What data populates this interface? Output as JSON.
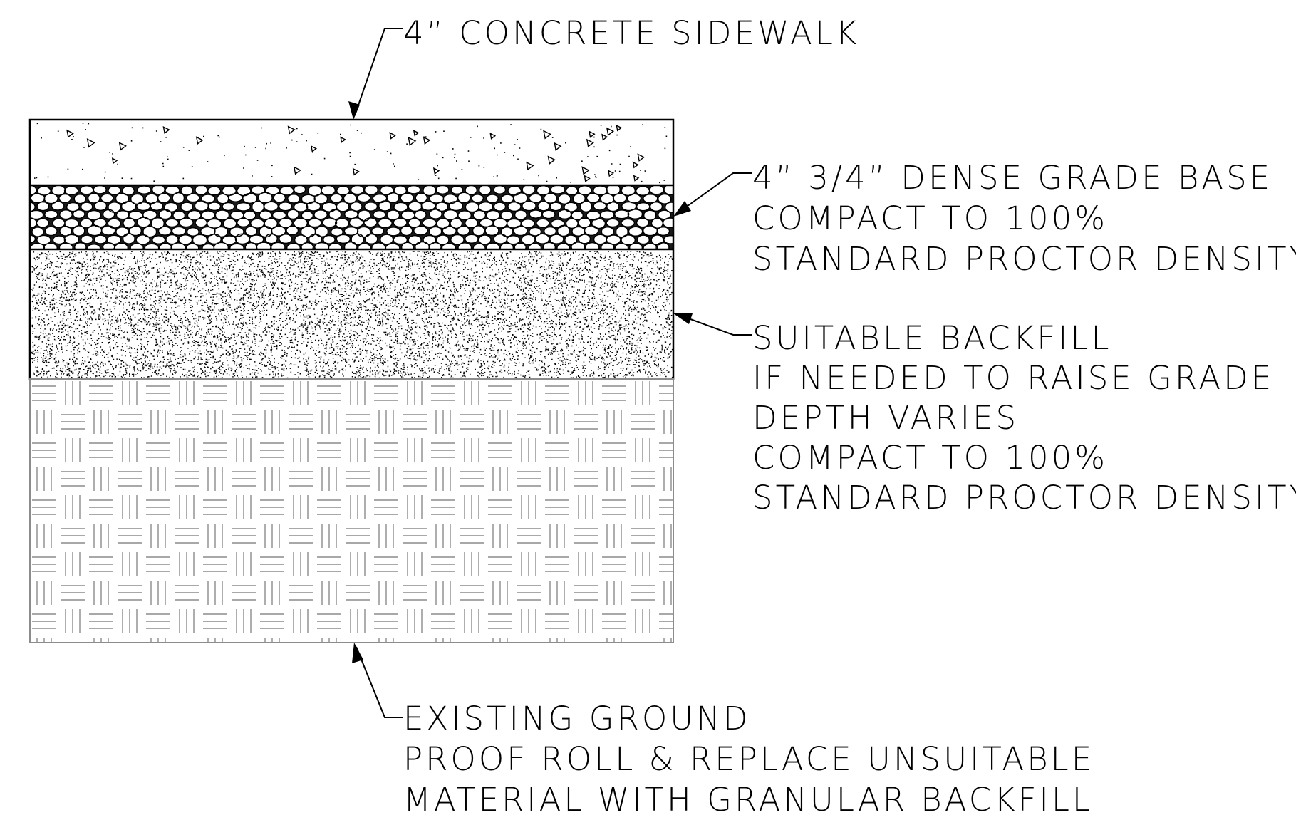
{
  "layers": [
    {
      "id": "concrete",
      "name": "4” CONCRETE SIDEWALK"
    },
    {
      "id": "base",
      "name": "4” 3/4” DENSE GRADE BASE"
    },
    {
      "id": "backfill",
      "name": "SUITABLE BACKFILL"
    },
    {
      "id": "ground",
      "name": "EXISTING GROUND"
    }
  ],
  "callouts": {
    "concrete": {
      "lines": [
        "4” CONCRETE SIDEWALK"
      ]
    },
    "base": {
      "lines": [
        "4” 3/4” DENSE GRADE BASE",
        "COMPACT TO 100%",
        "STANDARD PROCTOR DENSITY"
      ]
    },
    "backfill": {
      "lines": [
        "SUITABLE BACKFILL",
        "IF NEEDED TO RAISE GRADE",
        "DEPTH VARIES",
        "COMPACT TO 100%",
        "STANDARD PROCTOR DENSITY"
      ]
    },
    "ground": {
      "lines": [
        "EXISTING GROUND",
        "PROOF ROLL & REPLACE UNSUITABLE",
        "MATERIAL WITH GRANULAR BACKFILL"
      ]
    }
  },
  "colors": {
    "ink": "#000000",
    "ground_hatch": "#8c8c8c"
  }
}
